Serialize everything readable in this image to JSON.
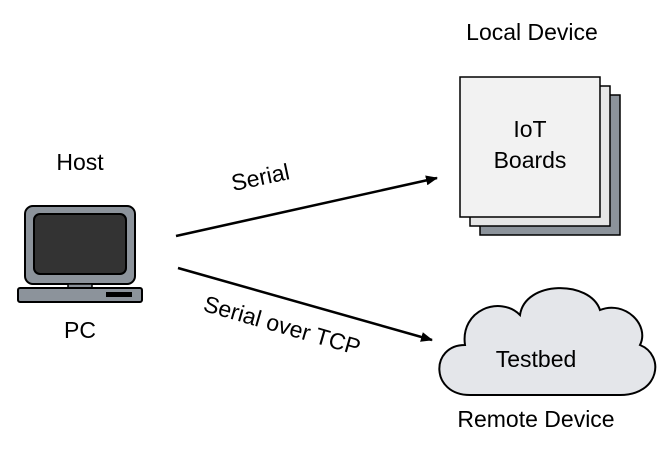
{
  "host": {
    "label": "Host",
    "device": "PC"
  },
  "local": {
    "label": "Local Device",
    "box_line1": "IoT",
    "box_line2": "Boards"
  },
  "remote": {
    "label": "Remote Device",
    "cloud_label": "Testbed"
  },
  "links": {
    "serial": "Serial",
    "serial_tcp": "Serial over TCP"
  },
  "colors": {
    "stroke": "#000000",
    "board_back": "#8c939b",
    "board_mid": "#e6e6e6",
    "board_front": "#f2f2f2",
    "cloud_fill": "#e4e6ea",
    "pc_body": "#8c939b",
    "screen": "#333333"
  }
}
